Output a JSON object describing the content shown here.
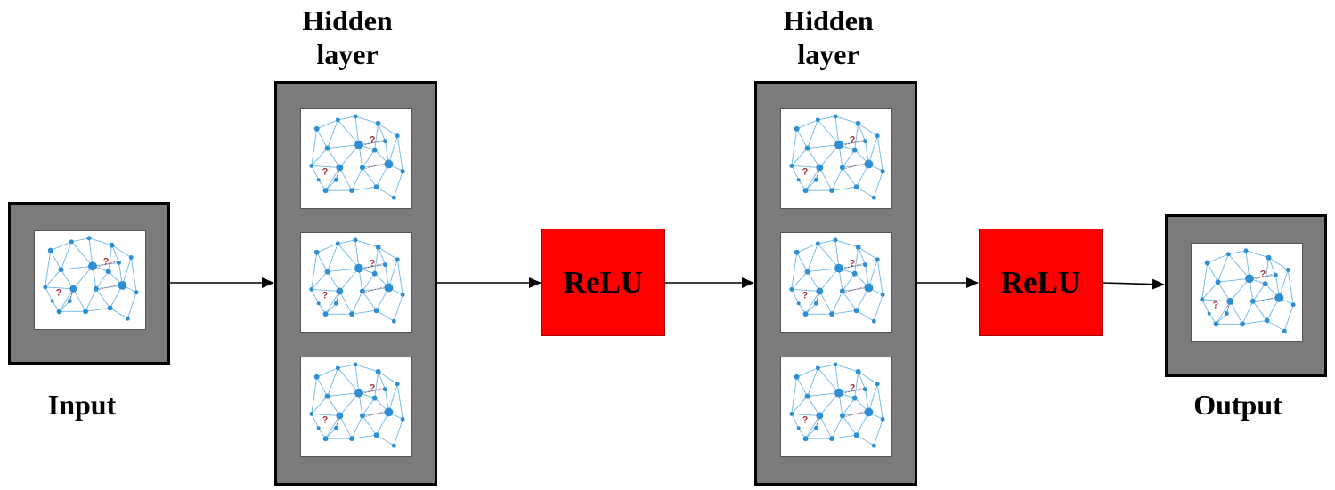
{
  "labels": {
    "hidden_layer_1": "Hidden\nlayer",
    "hidden_layer_2": "Hidden\nlayer",
    "input": "Input",
    "output": "Output"
  },
  "activations": {
    "relu_1": "ReLU",
    "relu_2": "ReLU"
  },
  "colors": {
    "frame": "#7b7b7b",
    "relu": "#ff0000",
    "node": "#2e8fd4",
    "edge": "#6db6e8",
    "question_mark": "#b03030"
  },
  "icons": {
    "panel_icon": "neural-network-graph-icon"
  }
}
